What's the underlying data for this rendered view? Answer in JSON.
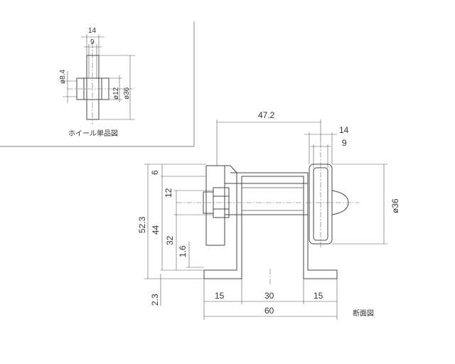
{
  "detail": {
    "caption": "ホイール単品図",
    "dims": {
      "width": "14",
      "bore": "9",
      "shaft": "ø8.4",
      "hub": "ø12",
      "diameter": "ø36"
    }
  },
  "section": {
    "caption": "断面図",
    "dims": {
      "offset": "47.2",
      "wheel_width": "14",
      "wheel_bore": "9",
      "wheel_diameter": "ø36",
      "top_gap": "6",
      "bolt_zone": "12",
      "total_height": "52.3",
      "mid_height": "44",
      "lower_height": "32",
      "base_gap": "1.6",
      "plate_thk": "2.3",
      "flange_left": "15",
      "flange_center": "30",
      "flange_right": "15",
      "total_width": "60"
    }
  }
}
